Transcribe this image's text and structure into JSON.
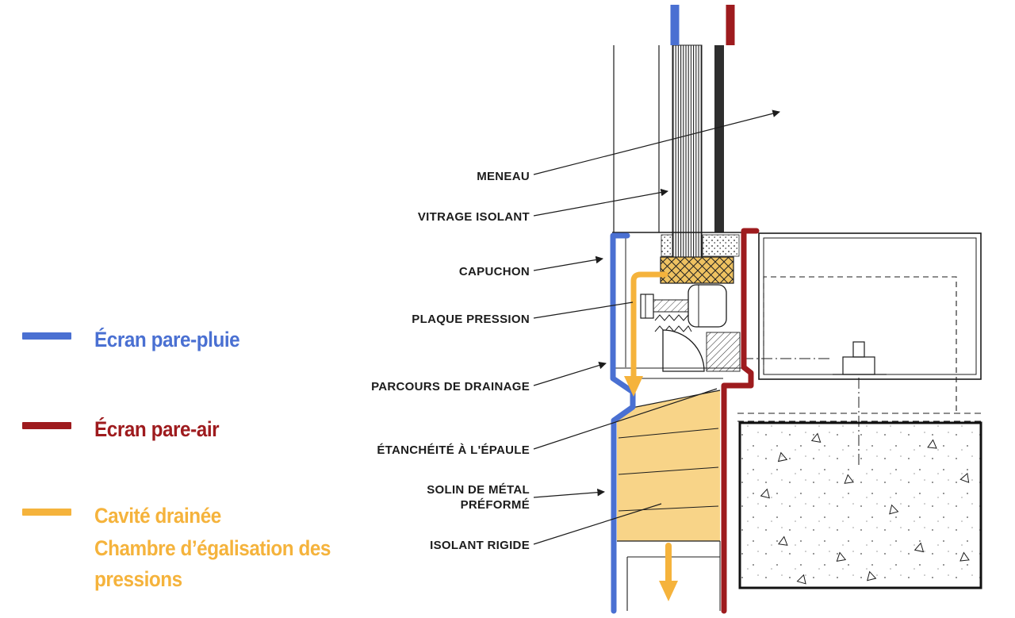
{
  "legend": {
    "items": [
      {
        "id": "rain-screen",
        "label": "Écran pare-pluie",
        "color": "#4a70d2",
        "swatch": true
      },
      {
        "id": "air-barrier",
        "label": "Écran pare-air",
        "color": "#9e1b1e",
        "swatch": true
      },
      {
        "id": "drained-cavity",
        "label": "Cavité drainée",
        "color": "#f5b33c",
        "swatch": true
      },
      {
        "id": "pressure-chamber",
        "label": "Chambre d’égalisation des pressions",
        "color": "#f5b33c",
        "swatch": false
      }
    ]
  },
  "callouts": {
    "items": [
      {
        "text": "MENEAU"
      },
      {
        "text": "VITRAGE ISOLANT"
      },
      {
        "text": "CAPUCHON"
      },
      {
        "text": "PLAQUE PRESSION"
      },
      {
        "text": "PARCOURS DE DRAINAGE"
      },
      {
        "text": "ÉTANCHÉITÉ À L'ÉPAULE"
      },
      {
        "text": "SOLIN DE MÉTAL PRÉFORMÉ"
      },
      {
        "text": "ISOLANT RIGIDE"
      }
    ]
  },
  "colors": {
    "rain_screen_blue": "#4a70d2",
    "air_barrier_red": "#9e1b1e",
    "drained_cavity_yellow": "#f5b33c",
    "insulation_fill": "#f8d488",
    "capuchon_fill": "#eec261",
    "line_black": "#1c1c1c",
    "background": "#ffffff"
  }
}
